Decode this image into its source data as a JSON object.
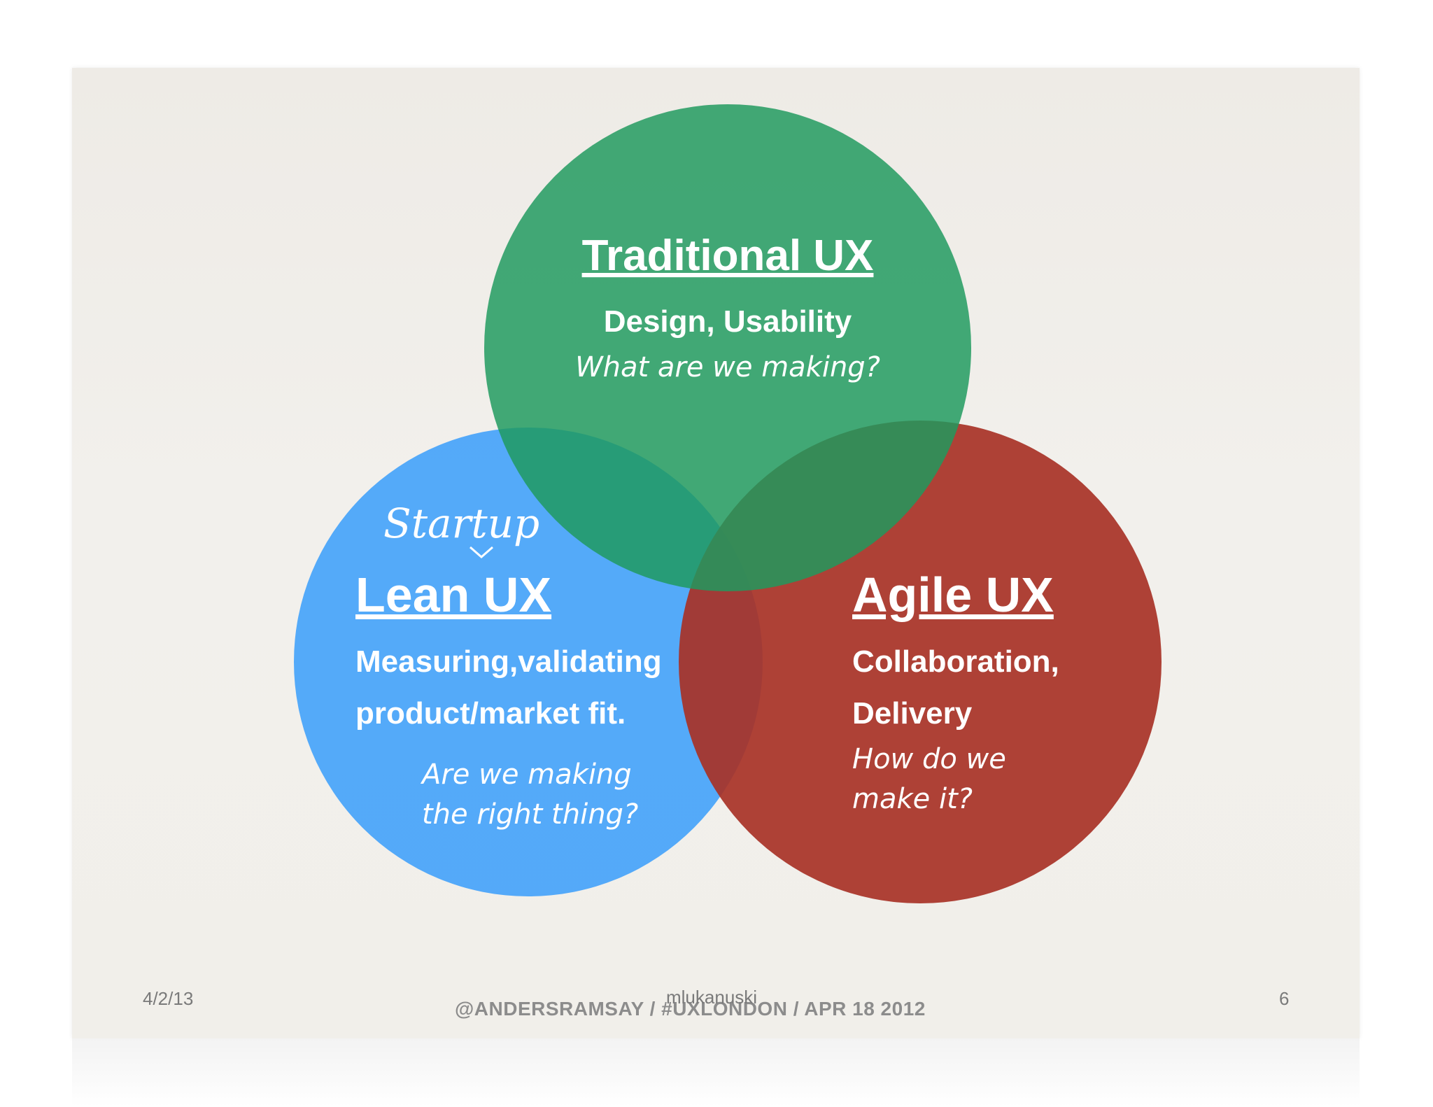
{
  "diagram": {
    "circles": {
      "traditional": {
        "title": "Traditional UX",
        "subtitle": "Design, Usability",
        "question": "What are we making?",
        "color": "#1f9a5e"
      },
      "lean": {
        "annotation": "Startup",
        "title": "Lean UX",
        "subtitle_line1": "Measuring,validating",
        "subtitle_line2": "product/market fit.",
        "question_line1": "Are we making",
        "question_line2": "the right thing?",
        "color": "#3d9ffb"
      },
      "agile": {
        "title": "Agile UX",
        "subtitle_line1": "Collaboration,",
        "subtitle_line2": "Delivery",
        "question_line1": "How do we",
        "question_line2": "make it?",
        "color": "#a83226"
      }
    },
    "credit": "@ANDERSRAMSAY  /  #UXLONDON  /  APR 18 2012"
  },
  "footer": {
    "date": "4/2/13",
    "author": "mlukanuski",
    "page_number": "6"
  }
}
